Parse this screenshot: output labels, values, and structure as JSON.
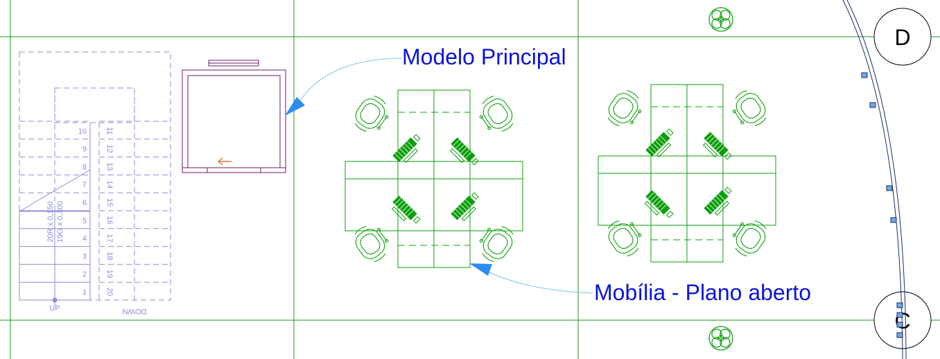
{
  "annotations": {
    "main_model": "Modelo Principal",
    "furniture": "Mobília - Plano aberto"
  },
  "grid_bubbles": {
    "top": "D",
    "bottom": "C"
  },
  "stair": {
    "up_label": "UP",
    "down_label": "DOWN",
    "spec_line_1": "20R x 0,150",
    "spec_line_2": "19G x 0,300",
    "left_numbers": [
      "1",
      "2",
      "3",
      "4",
      "5",
      "6",
      "7",
      "8",
      "9",
      "10"
    ],
    "right_numbers": [
      "20",
      "19",
      "18",
      "17",
      "16",
      "15",
      "14",
      "13",
      "12",
      "11"
    ]
  },
  "colors": {
    "annotation_text": "#0a14d8",
    "leader": "#7fc4f0",
    "arrowhead": "#2c8cf0",
    "grid_line": "#1a9a1a",
    "furniture": "#0aa00a",
    "stair": "#8d8be0",
    "elevator": "#6a1a6a",
    "elevator_arrow": "#e0601a"
  }
}
